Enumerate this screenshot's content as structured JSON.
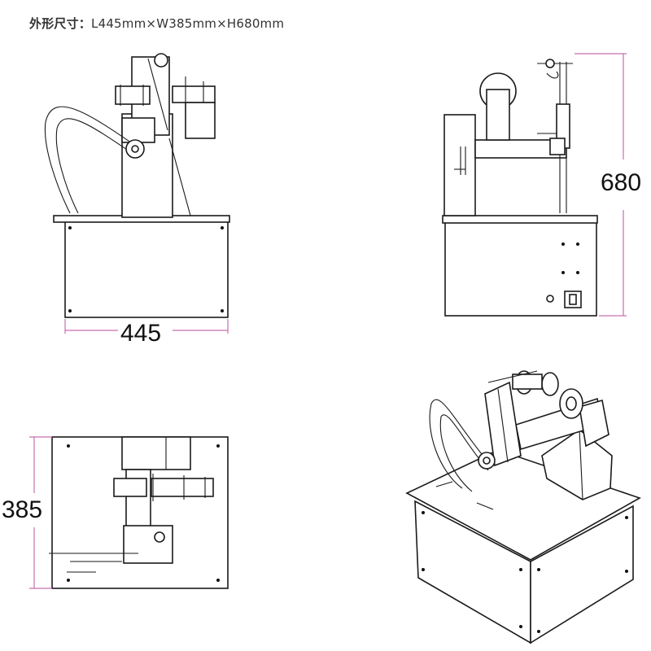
{
  "spec": {
    "label": "外形尺寸：",
    "value": "L445mm×W385mm×H680mm"
  },
  "dimensions": {
    "length": "445",
    "height": "680",
    "width": "385"
  }
}
